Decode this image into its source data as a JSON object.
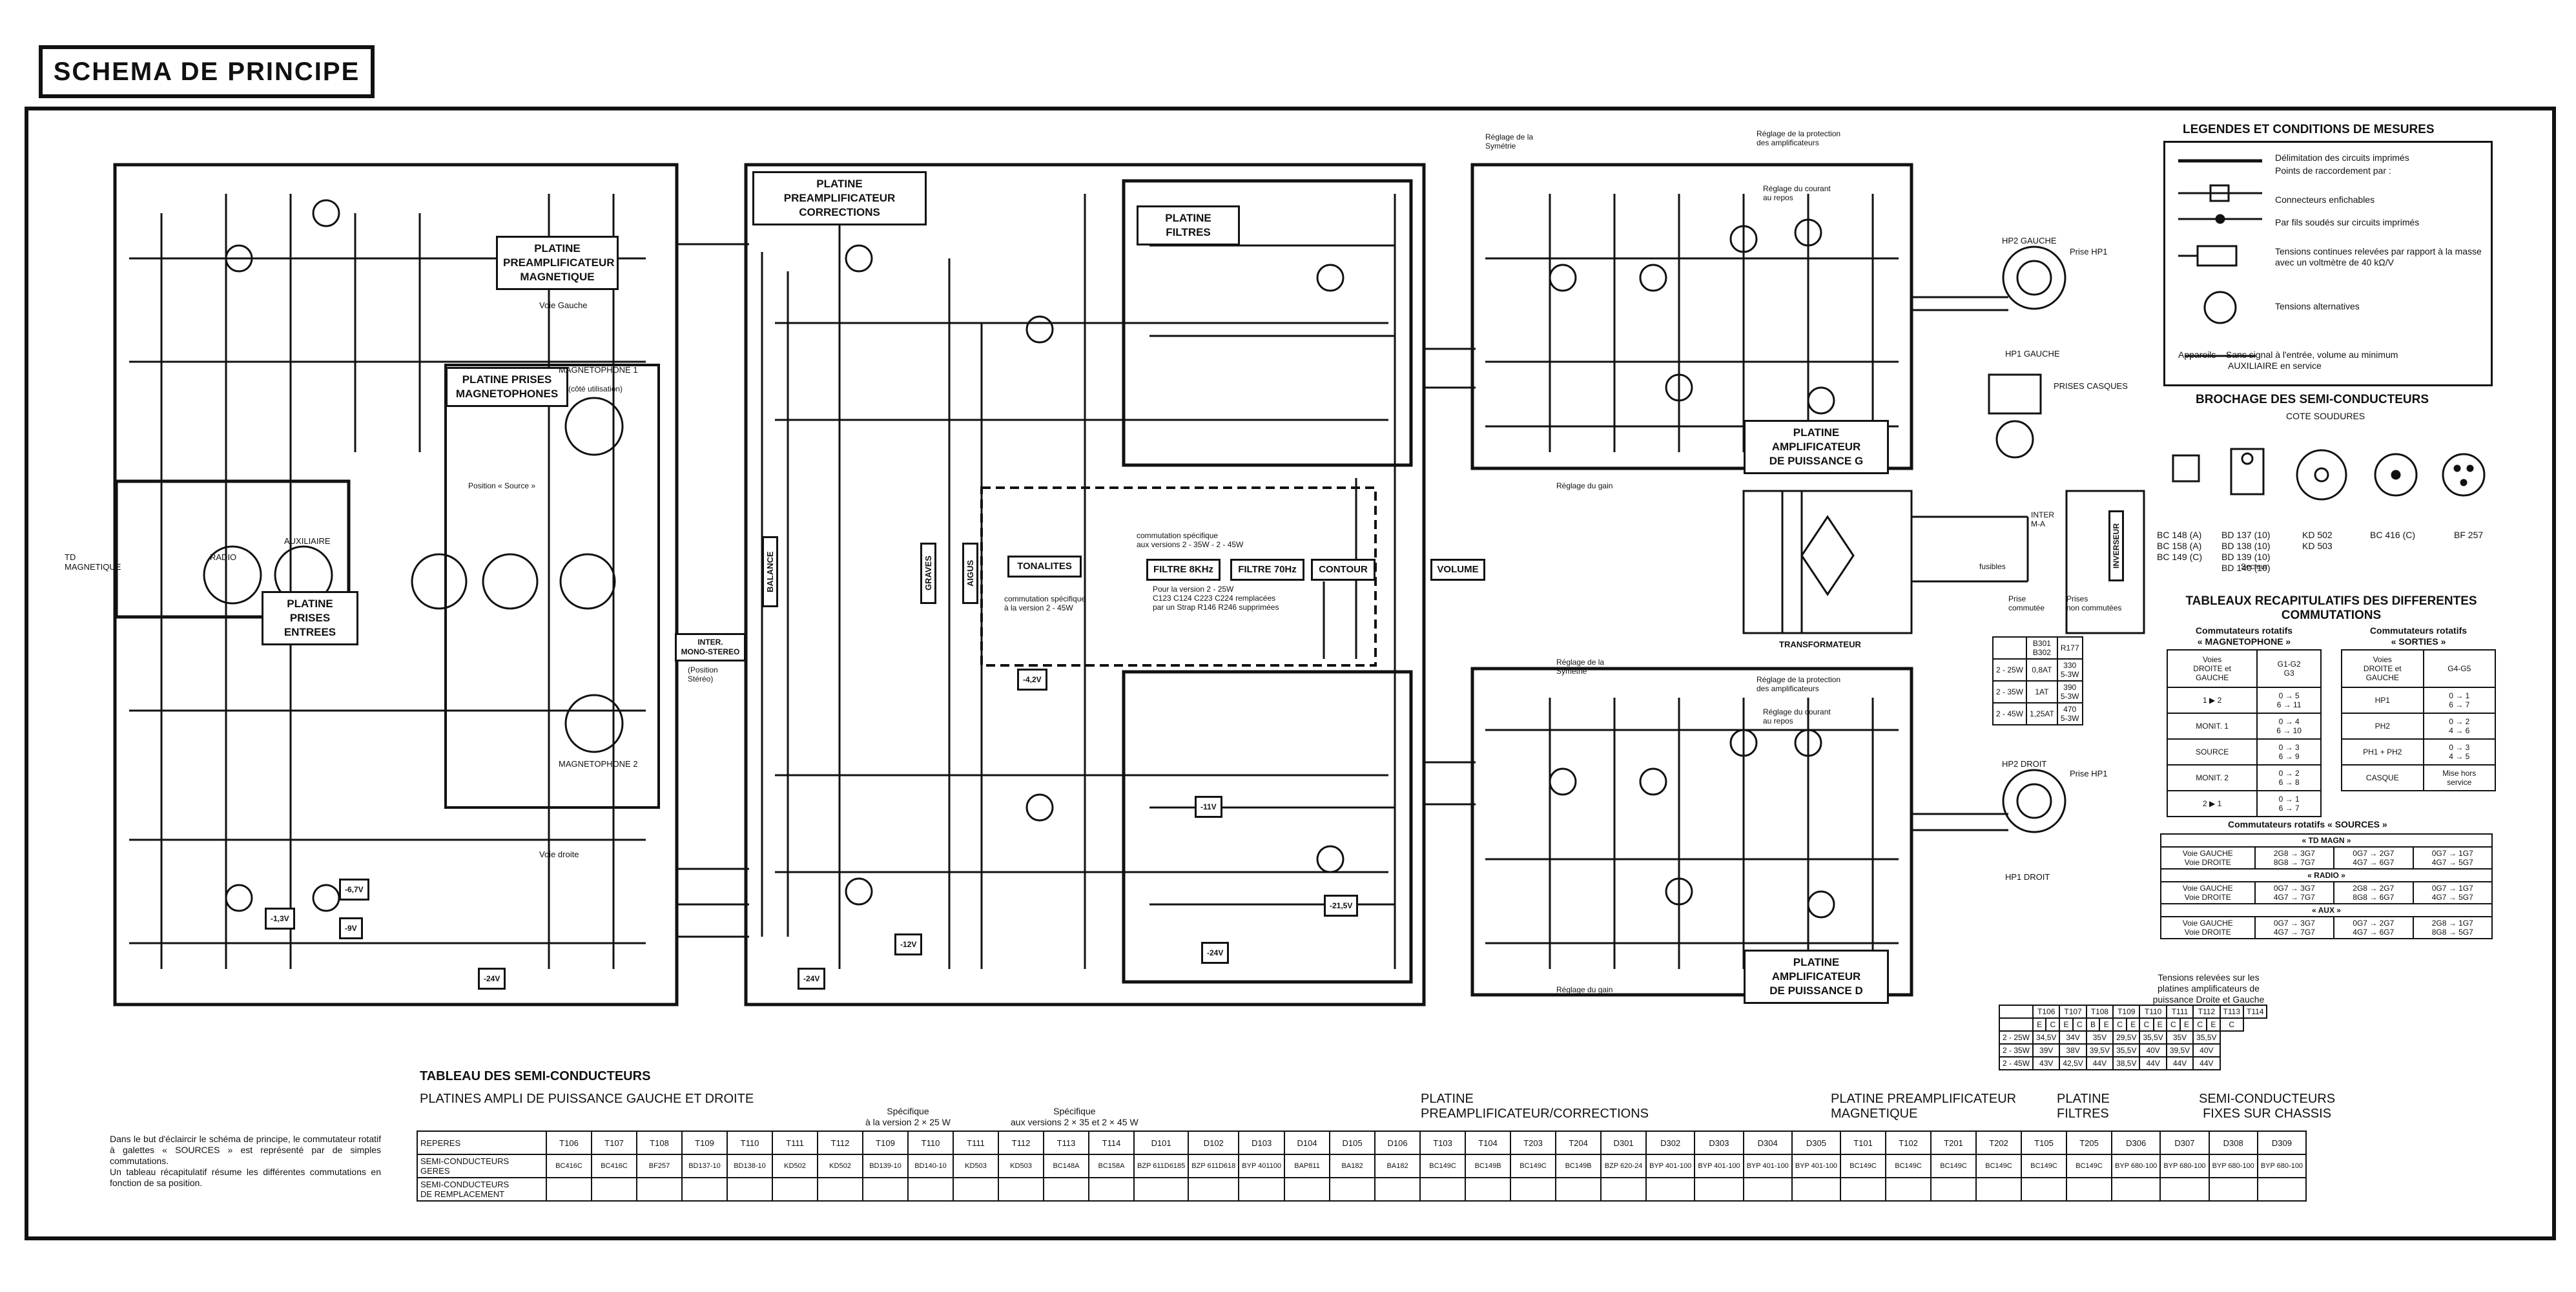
{
  "header": {
    "title": "SCHEMA DE PRINCIPE"
  },
  "boards": {
    "preampli_magnetique": "PLATINE\nPREAMPLIFICATEUR\nMAGNETIQUE",
    "prises_magnetophones": "PLATINE PRISES\nMAGNETOPHONES",
    "prises_entrees": "PLATINE PRISES\nENTREES",
    "preampli_corrections": "PLATINE PREAMPLIFICATEUR\nCORRECTIONS",
    "filtres": "PLATINE FILTRES",
    "ampli_puissance_g": "PLATINE AMPLIFICATEUR\nDE PUISSANCE G",
    "ampli_puissance_d": "PLATINE AMPLIFICATEUR\nDE PUISSANCE D"
  },
  "blocks": {
    "tonalites": "TONALITES",
    "filtre_8khz": "FILTRE 8KHz",
    "filtre_70hz": "FILTRE 70Hz",
    "contour": "CONTOUR",
    "volume": "VOLUME",
    "balance": "BALANCE",
    "graves": "GRAVES",
    "aigus": "AIGUS",
    "inter_mono_stereo": "INTER.\nMONO-STEREO",
    "position_stereo": "(Position\nStéréo)",
    "transformateur": "TRANSFORMATEUR",
    "inverseur": "INVERSEUR",
    "fusibles": "fusibles",
    "secteur": "Secteur",
    "inter_ma": "INTER\nM-A",
    "prise_commutee": "Prise\ncommutée",
    "prises_non_commutees": "Prises\nnon commutées",
    "commutation_specifique_1": "commutation spécifique\naux versions 2 - 35W - 2 - 45W",
    "commutation_specifique_2": "commutation spécifique\nà la version 2 - 45W",
    "commutation_note": "Pour la version 2 - 25W\nC123 C124 C223 C224 remplacées\npar un Strap R146 R246 supprimées",
    "magnetophone_1": "MAGNETOPHONE 1",
    "magnetophone_2": "MAGNETOPHONE 2",
    "cote_utilisation": "(côté utilisation)",
    "position_source": "Position « Source »",
    "td_magnetique": "TD\nMAGNETIQUE",
    "radio": "RADIO",
    "auxiliaire": "AUXILIAIRE",
    "voie_gauche": "Voie Gauche",
    "voie_droite": "Voie droite",
    "hp2_gauche": "HP2 GAUCHE",
    "hp1_gauche": "HP1 GAUCHE",
    "hp2_droit": "HP2 DROIT",
    "hp1_droit": "HP1 DROIT",
    "prise_hp1": "Prise HP1",
    "prises_casques": "PRISES CASQUES",
    "reglage_gain": "Réglage du gain",
    "reglage_symetrie": "Réglage de la\nSymétrie",
    "reglage_protection": "Réglage de la protection\ndes amplificateurs",
    "reglage_courant": "Réglage du courant\nau repos",
    "minus24v": "-24V",
    "minus12v": "-12V",
    "minus11v": "-11V",
    "minus4_2v": "-4,2V",
    "minus6_7v": "-6,7V",
    "minus9v": "-9V",
    "minus1_3v": "-1,3V",
    "minus21_5v": "-21,5V"
  },
  "power_table": {
    "headers": [
      "",
      "B301\nB302",
      "R177"
    ],
    "rows": [
      [
        "2 - 25W",
        "0,8AT",
        "330\n5-3W"
      ],
      [
        "2 - 35W",
        "1AT",
        "390\n5-3W"
      ],
      [
        "2 - 45W",
        "1,25AT",
        "470\n5-3W"
      ]
    ]
  },
  "legend": {
    "title": "LEGENDES ET CONDITIONS DE MESURES",
    "items": [
      "Délimitation des circuits imprimés",
      "Points de raccordement par :",
      "Connecteurs enfichables",
      "Par fils soudés sur circuits imprimés",
      "Tensions continues relevées par rapport à la masse\navec un voltmètre de 40 kΩ/V",
      "Tensions alternatives",
      "Appareils    Sans signal à l'entrée, volume au minimum\n                    AUXILIAIRE en service"
    ]
  },
  "brochage": {
    "title": "BROCHAGE DES SEMI-CONDUCTEURS",
    "subtitle": "COTE SOUDURES",
    "groups": [
      "BC 148 (A)\nBC 158 (A)\nBC 149 (C)",
      "BD 137 (10)\nBD 138 (10)\nBD 139 (10)\nBD 140 (10)",
      "KD 502\nKD 503",
      "BC 416 (C)",
      "BF 257"
    ]
  },
  "commutations": {
    "title": "TABLEAUX RECAPITULATIFS DES DIFFERENTES\nCOMMUTATIONS",
    "magnetophone_title": "Commutateurs rotatifs\n« MAGNETOPHONE »",
    "sorties_title": "Commutateurs rotatifs\n« SORTIES »",
    "magnetophone_rows": [
      [
        "Voies\nDROITE et\nGAUCHE",
        "G1-G2\nG3"
      ],
      [
        "1 ▶ 2",
        "0 → 5\n6 → 11"
      ],
      [
        "MONIT. 1",
        "0 → 4\n6 → 10"
      ],
      [
        "SOURCE",
        "0 → 3\n6 → 9"
      ],
      [
        "MONIT. 2",
        "0 → 2\n6 → 8"
      ],
      [
        "2 ▶ 1",
        "0 → 1\n6 → 7"
      ]
    ],
    "sorties_rows": [
      [
        "Voies\nDROITE et\nGAUCHE",
        "G4-G5"
      ],
      [
        "HP1",
        "0 → 1\n6 → 7"
      ],
      [
        "PH2",
        "0 → 2\n4 → 6"
      ],
      [
        "PH1 + PH2",
        "0 → 3\n4 → 5"
      ],
      [
        "CASQUE",
        "Mise hors\nservice"
      ]
    ],
    "sources_title": "Commutateurs rotatifs « SOURCES »",
    "sources_sections": [
      {
        "name": "« TD MAGN »",
        "rows": [
          [
            "Voie GAUCHE\nVoie DROITE",
            "2G8 → 3G7\n8G8 → 7G7",
            "0G7 → 2G7\n4G7 → 6G7",
            "0G7 → 1G7\n4G7 → 5G7"
          ]
        ]
      },
      {
        "name": "« RADIO »",
        "rows": [
          [
            "Voie GAUCHE\nVoie DROITE",
            "0G7 → 3G7\n4G7 → 7G7",
            "2G8 → 2G7\n8G8 → 6G7",
            "0G7 → 1G7\n4G7 → 5G7"
          ]
        ]
      },
      {
        "name": "« AUX »",
        "rows": [
          [
            "Voie GAUCHE\nVoie DROITE",
            "0G7 → 3G7\n4G7 → 7G7",
            "0G7 → 2G7\n4G7 → 6G7",
            "2G8 → 1G7\n8G8 → 5G7"
          ]
        ]
      }
    ]
  },
  "tensions": {
    "title": "Tensions relevées sur les\nplatines amplificateurs de\npuissance Droite et Gauche",
    "transistors": [
      "T106",
      "T107",
      "T108",
      "T109",
      "T110",
      "T111",
      "T112",
      "T113",
      "T114"
    ],
    "subheaders": [
      "E",
      "C",
      "E",
      "C",
      "B",
      "E",
      "C",
      "E",
      "C",
      "E",
      "C",
      "E",
      "C",
      "E",
      "C"
    ],
    "rows": [
      [
        "2 - 25W",
        "34,5V",
        "34V",
        "35V",
        "29,5V",
        "35,5V",
        "35V",
        "35,5V"
      ],
      [
        "2 - 35W",
        "39V",
        "38V",
        "39,5V",
        "35,5V",
        "40V",
        "39,5V",
        "40V"
      ],
      [
        "2 - 45W",
        "43V",
        "42,5V",
        "44V",
        "38,5V",
        "44V",
        "44V",
        "44V"
      ]
    ]
  },
  "semiconductors": {
    "title": "TABLEAU DES SEMI-CONDUCTEURS",
    "section_gd": "PLATINES AMPLI DE PUISSANCE GAUCHE ET DROITE",
    "section_corr": "PLATINE\nPREAMPLIFICATEUR/CORRECTIONS",
    "section_magn": "PLATINE PREAMPLIFICATEUR\nMAGNETIQUE",
    "section_filtres": "PLATINE\nFILTRES",
    "section_fixes": "SEMI-CONDUCTEURS\nFIXES SUR CHASSIS",
    "spec_25": "Spécifique\nà la version 2 × 25 W",
    "spec_35": "Spécifique\naux versions 2 × 35 et 2 × 45 W",
    "row_labels": [
      "REPERES",
      "SEMI-CONDUCTEURS\nGERES",
      "SEMI-CONDUCTEURS\nDE REMPLACEMENT"
    ],
    "reperes": [
      "T106",
      "T107",
      "T108",
      "T109",
      "T110",
      "T111",
      "T112",
      "T109",
      "T110",
      "T111",
      "T112",
      "T113",
      "T114",
      "D101",
      "D102",
      "D103",
      "D104",
      "D105",
      "D106",
      "T103",
      "T104",
      "T203",
      "T204",
      "D301",
      "D302",
      "D303",
      "D304",
      "D305",
      "T101",
      "T102",
      "T201",
      "T202",
      "T105",
      "T205",
      "D306",
      "D307",
      "D308",
      "D309"
    ],
    "geres": [
      "BC416C",
      "BC416C",
      "BF257",
      "BD137-10",
      "BD138-10",
      "KD502",
      "KD502",
      "BD139-10",
      "BD140-10",
      "KD503",
      "KD503",
      "BC148A",
      "BC158A",
      "BZP 611D6185",
      "BZP 611D618",
      "BYP 401100",
      "BAP811",
      "BA182",
      "BA182",
      "BC149C",
      "BC149B",
      "BC149C",
      "BC149B",
      "BZP 620-24",
      "BYP 401-100",
      "BYP 401-100",
      "BYP 401-100",
      "BYP 401-100",
      "BC149C",
      "BC149C",
      "BC149C",
      "BC149C",
      "BC149C",
      "BC149C",
      "BYP 680-100",
      "BYP 680-100",
      "BYP 680-100",
      "BYP 680-100"
    ]
  },
  "footnote": "Dans le but d'éclaircir le schéma de principe, le commutateur rotatif à galettes « SOURCES » est représenté par de simples commutations.\nUn tableau récapitulatif résume les différentes commutations en fonction de sa position."
}
